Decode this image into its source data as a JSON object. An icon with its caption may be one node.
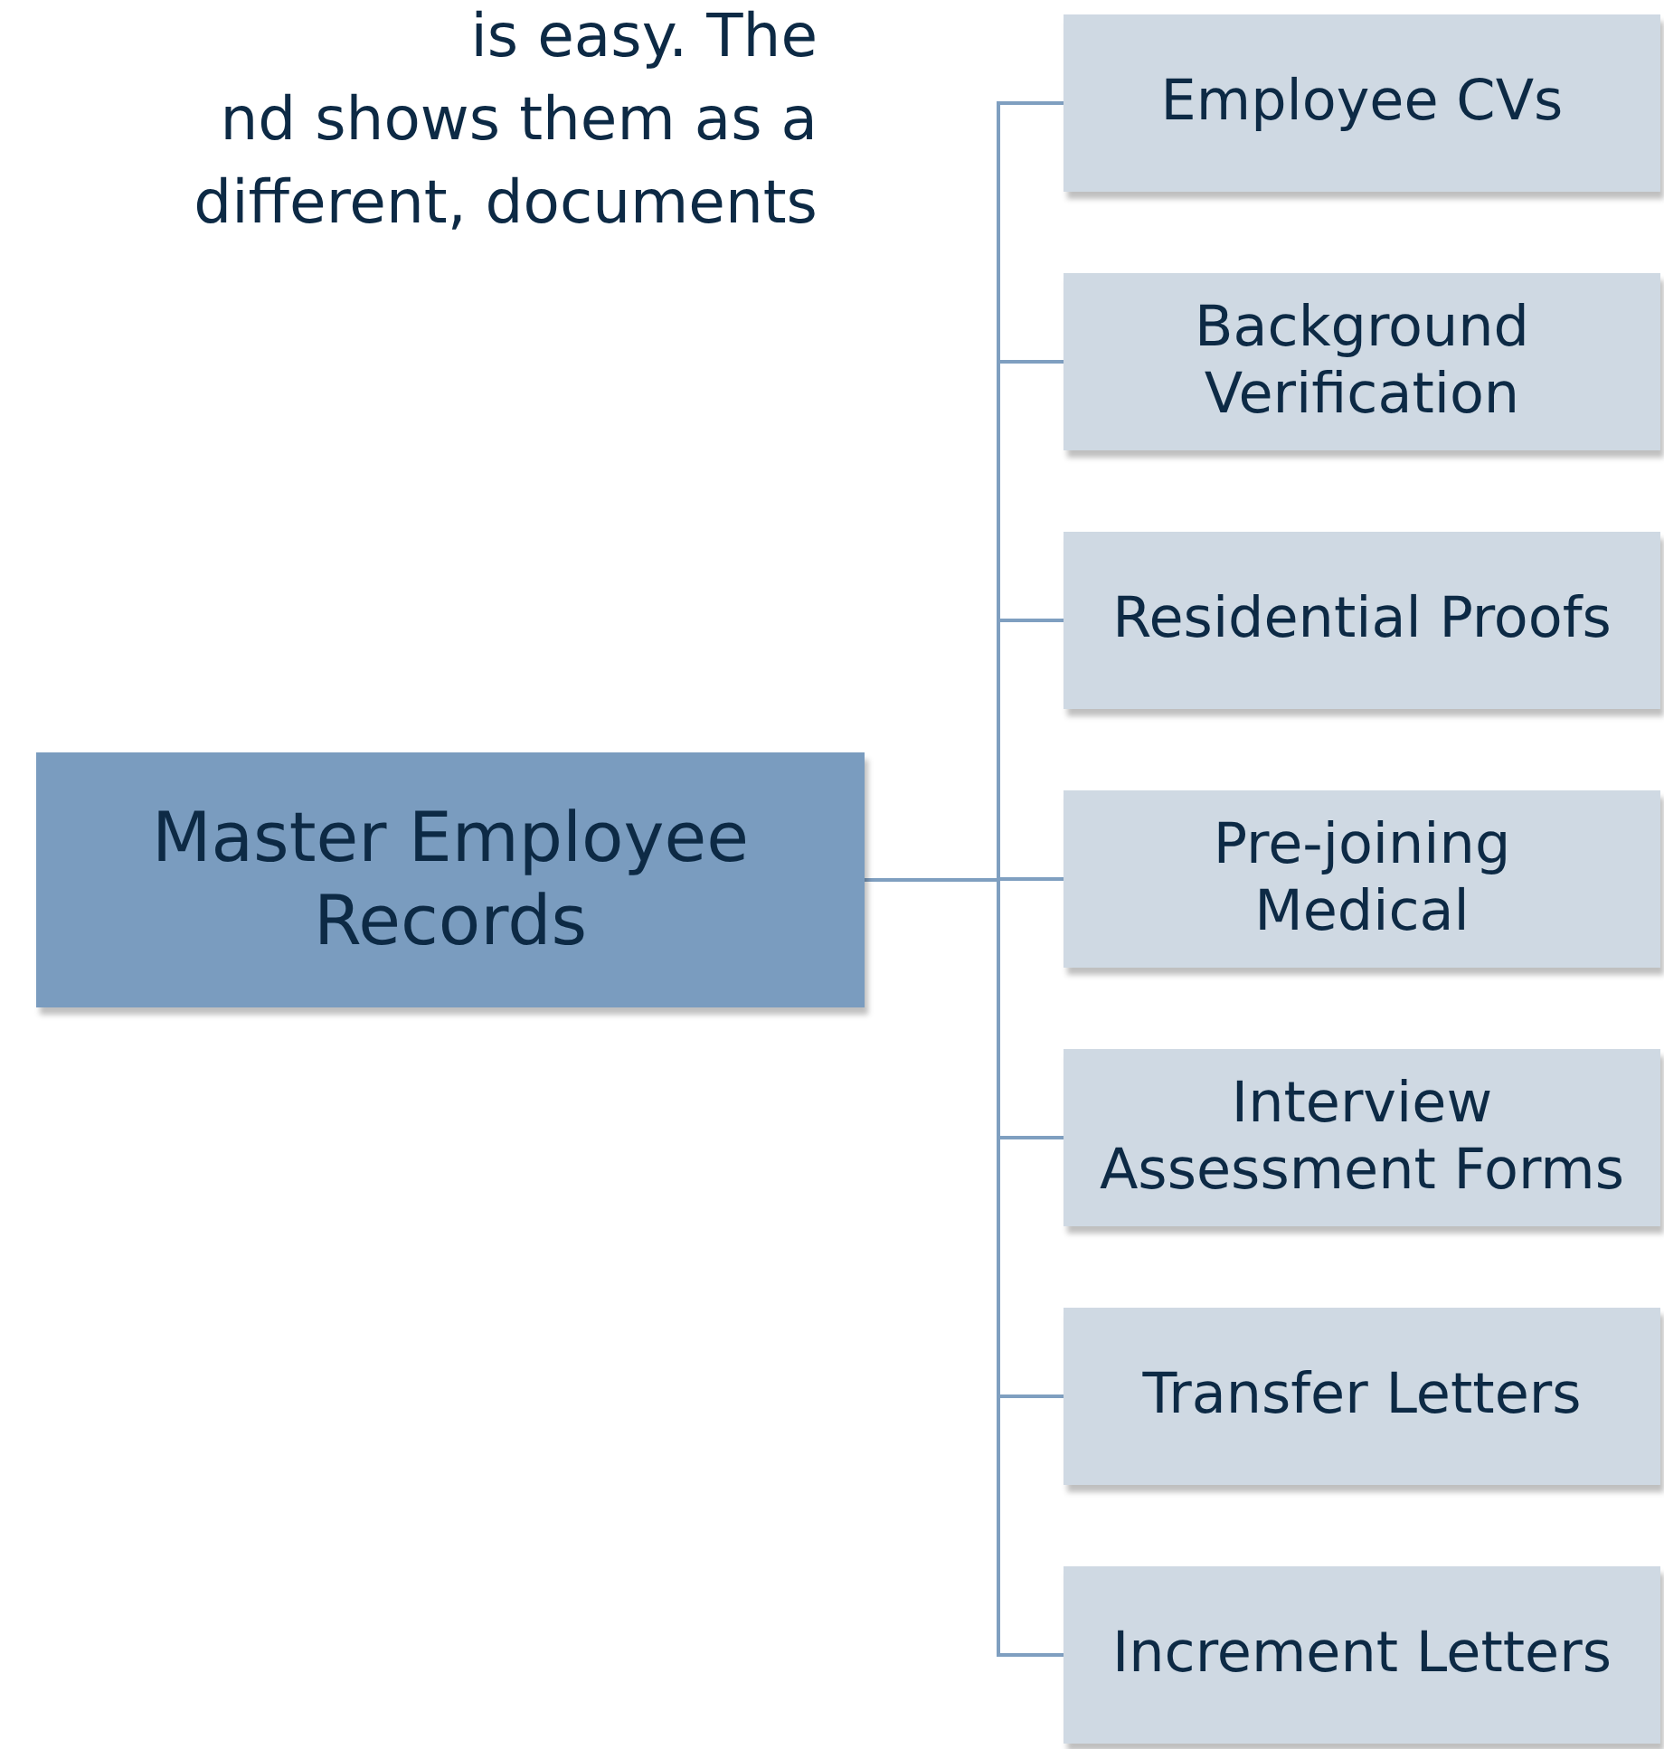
{
  "diagram": {
    "nodes": [
      {
        "text": [
          "Master Employee Records"
        ]
      },
      {
        "text": [
          "Employee CVs"
        ]
      },
      {
        "text": [
          "Background Verification"
        ]
      },
      {
        "text": [
          "Residential Proofs"
        ]
      },
      {
        "text": [
          "Pre-joining Medical"
        ]
      },
      {
        "text": [
          "Interview Assessment Forms"
        ]
      },
      {
        "text": [
          "Transfer Letters"
        ]
      },
      {
        "text": [
          "Increment Letters"
        ]
      }
    ],
    "edges": [
      {
        "from": 0,
        "to": 1,
        "arrow": "none"
      },
      {
        "from": 0,
        "to": 2,
        "arrow": "none"
      },
      {
        "from": 0,
        "to": 3,
        "arrow": "none"
      },
      {
        "from": 0,
        "to": 4,
        "arrow": "none"
      },
      {
        "from": 0,
        "to": 5,
        "arrow": "none"
      },
      {
        "from": 0,
        "to": 6,
        "arrow": "none"
      },
      {
        "from": 0,
        "to": 7,
        "arrow": "none"
      }
    ],
    "labels": [
      "is easy. The",
      "nd shows them as a",
      "different, documents"
    ]
  }
}
